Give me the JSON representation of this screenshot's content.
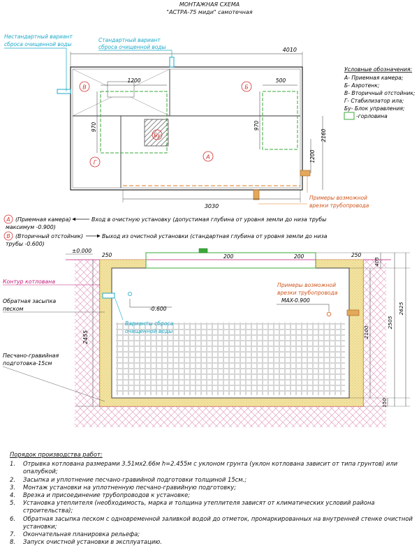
{
  "header": {
    "title": "МОНТАЖНАЯ СХЕМА",
    "subtitle": "\"АСТРА-75 миди\" самотечная"
  },
  "plan": {
    "overall_width": "4010",
    "dim_1200_top": "1200",
    "dim_500": "500",
    "dim_970_left": "970",
    "dim_970_right": "970",
    "dim_2160": "2160",
    "dim_1200_side": "1200",
    "dim_3030": "3030",
    "label_v": "В",
    "label_b": "Б",
    "label_g": "Г",
    "label_a": "А",
    "label_bu": "Бу",
    "nonstandard_note": "Нестандартный вариант сброса очищенной воды",
    "standard_note": "Стандартный вариант сброса очищенной воды",
    "tie_in_note": "Примеры возможной врезки трубопровода"
  },
  "legend": {
    "title": "Условные обозначения:",
    "items": [
      "А- Приемная камера;",
      "Б- Аэротенк;",
      "В- Вторичный отстойник;",
      "Г- Стабилизатор ила;",
      "Бу- Блок управления;"
    ],
    "hatch_label": "-горловина",
    "hatch_color": "#3aa83a"
  },
  "notes": {
    "a_circle": "А",
    "a_text": "(Приемная камера)",
    "a_desc": "Вход в очистную установку (допустимая глубина от уровня земли до низа трубы максимум -0.900)",
    "v_circle": "В",
    "v_text": "(Вторичный отстойник)",
    "v_desc": "Выход из очистной установки (стандартная глубина от уровня земли до низа трубы -0.600)"
  },
  "section": {
    "ground_level": "±0.000",
    "dim_250_left": "250",
    "dim_200_a": "200",
    "dim_200_b": "200",
    "dim_250_right": "250",
    "pit_contour": "Контур котлована",
    "backfill": "Обратная засыпка песком",
    "bedding": "Песчано-гравийная подготовка-15см",
    "depth_2455": "2455",
    "dim_405": "405",
    "dim_2100": "2100",
    "dim_2505": "2505",
    "dim_2625": "2625",
    "dim_150": "150",
    "level_600": "-0.600",
    "level_900": "MAX-0.900",
    "discharge_variants": "Варианты сброса очищенной воды",
    "tie_in_examples": "Примеры возможной врезки трубопровода"
  },
  "procedure": {
    "title": "Порядок производства работ:",
    "steps": [
      {
        "n": "1.",
        "text": "Отрывка котлована размерами 3.51мх2.66м h=2.455м с уклоном грунта (уклон котлована зависит от типа грунтов) или опалубкой;"
      },
      {
        "n": "2.",
        "text": "Засыпка и уплотнение песчано-гравийной подготовки толщиной 15см.;"
      },
      {
        "n": "3.",
        "text": "Монтаж установки на уплотненную песчано-гравийную подготовку;"
      },
      {
        "n": "4.",
        "text": "Врезка и присоединение трубопроводов к установке;"
      },
      {
        "n": "5.",
        "text": "Установка утеплителя (необходимость, марка и толщина утеплителя зависят от климатических условий района строительства);"
      },
      {
        "n": "6.",
        "text": "Обратная засыпка песком с одновременной заливкой водой до отметок, промаркированных на внутренней стенке очистной установки;"
      },
      {
        "n": "7.",
        "text": "Окончательная планировка рельефа;"
      },
      {
        "n": "8.",
        "text": "Запуск очистной установки в эксплуатацию."
      }
    ]
  }
}
